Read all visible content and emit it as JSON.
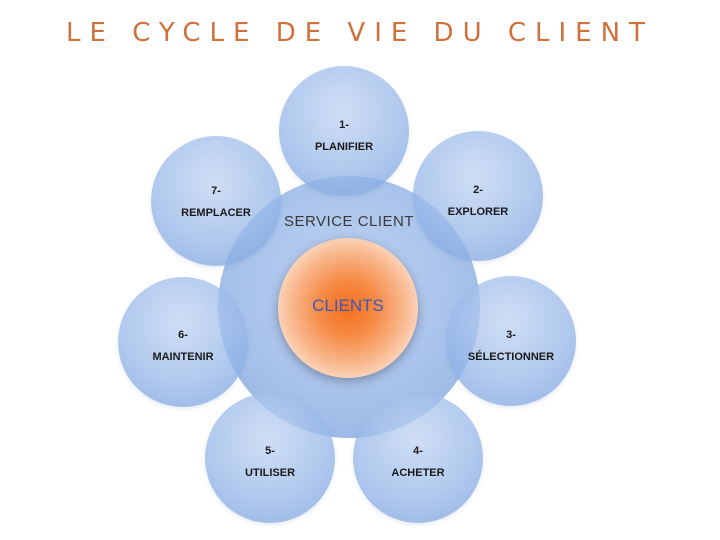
{
  "title": "LE CYCLE DE VIE DU CLIENT",
  "center": {
    "outer_label": "SERVICE CLIENT",
    "core_label": "CLIENTS"
  },
  "steps": [
    {
      "number": "1-",
      "label": "PLANIFIER"
    },
    {
      "number": "2-",
      "label": "EXPLORER"
    },
    {
      "number": "3-",
      "label": "SÉLECTIONNER"
    },
    {
      "number": "4-",
      "label": "ACHETER"
    },
    {
      "number": "5-",
      "label": "UTILISER"
    },
    {
      "number": "6-",
      "label": "MAINTENIR"
    },
    {
      "number": "7-",
      "label": "REMPLACER"
    }
  ],
  "colors": {
    "title": "#d0703a",
    "bubble": "#9cbbe8",
    "core": "#f4701c",
    "core_text": "#3d56b8"
  }
}
